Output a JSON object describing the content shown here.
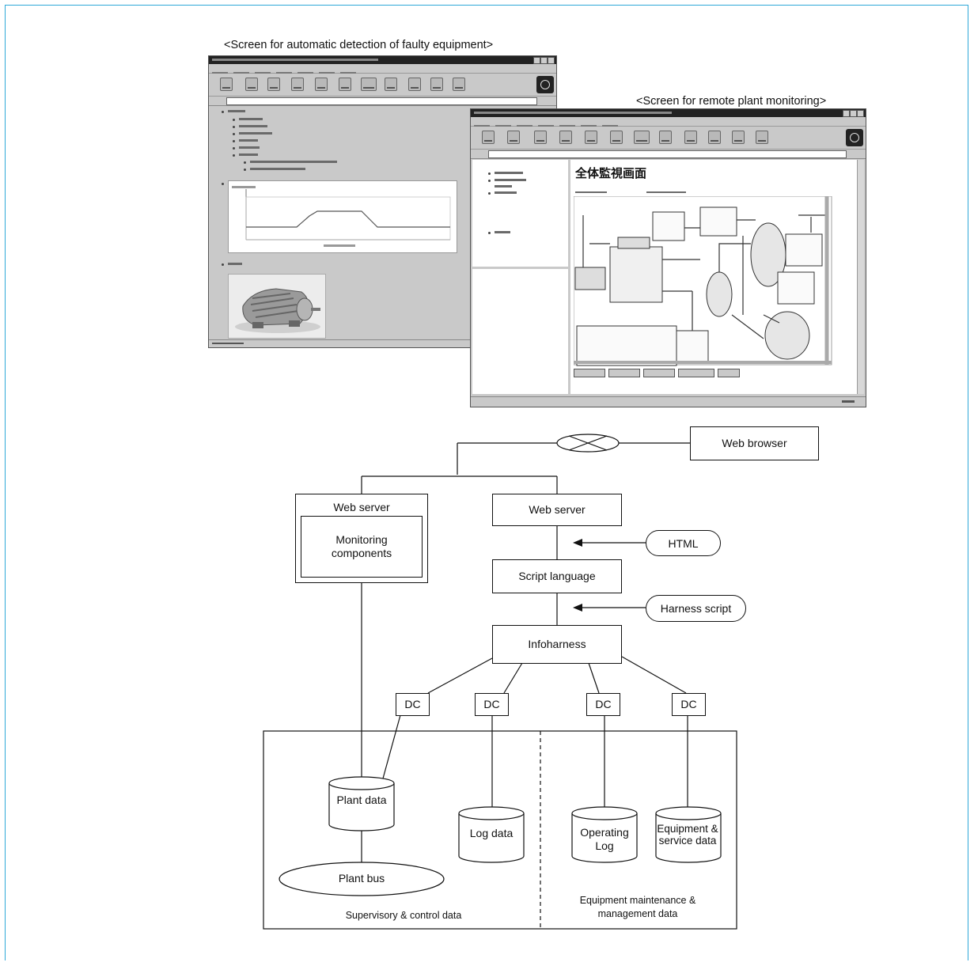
{
  "screens": {
    "faulty": {
      "caption": "<Screen for automatic detection of faulty equipment>"
    },
    "remote": {
      "caption": "<Screen for remote plant monitoring>",
      "page_title": "全体監視画面"
    }
  },
  "diagram": {
    "web_browser": "Web browser",
    "web_server_left": "Web server",
    "monitoring_components": "Monitoring components",
    "web_server_right": "Web server",
    "html": "HTML",
    "script_language": "Script language",
    "harness_script": "Harness script",
    "infoharness": "Infoharness",
    "dc_labels": [
      "DC",
      "DC",
      "DC",
      "DC"
    ],
    "plant_data": "Plant data",
    "log_data": "Log data",
    "operating_log": "Operating Log",
    "equipment_service_data": "Equipment & service data",
    "plant_bus": "Plant bus",
    "supervisory_control_data": "Supervisory & control data",
    "equipment_maintenance_data": "Equipment maintenance & management data"
  },
  "colors": {
    "frame": "#2fa8d8",
    "window_gray": "#c9c9c9",
    "titlebar": "#222222",
    "line": "#111111"
  }
}
